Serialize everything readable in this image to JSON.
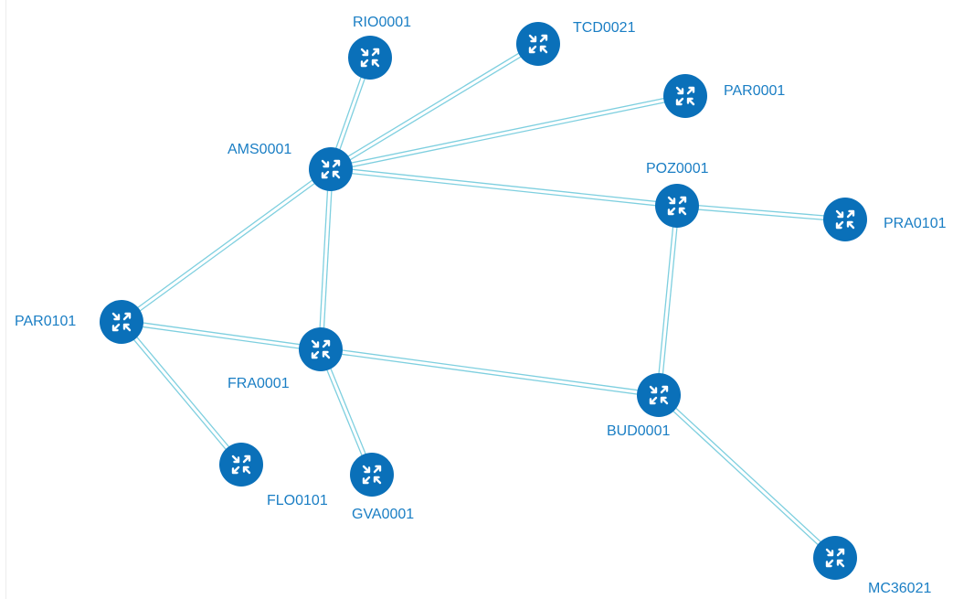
{
  "topology": {
    "accent_color": "#0a70b9",
    "link_color": "#7ecfdf",
    "label_color": "#1a7ec4",
    "node_icon": "router-icon",
    "nodes": [
      {
        "id": "RIO0001",
        "label": "RIO0001"
      },
      {
        "id": "TCD0021",
        "label": "TCD0021"
      },
      {
        "id": "PAR0001",
        "label": "PAR0001"
      },
      {
        "id": "AMS0001",
        "label": "AMS0001"
      },
      {
        "id": "POZ0001",
        "label": "POZ0001"
      },
      {
        "id": "PRA0101",
        "label": "PRA0101"
      },
      {
        "id": "PAR0101",
        "label": "PAR0101"
      },
      {
        "id": "FRA0001",
        "label": "FRA0001"
      },
      {
        "id": "BUD0001",
        "label": "BUD0001"
      },
      {
        "id": "FLO0101",
        "label": "FLO0101"
      },
      {
        "id": "GVA0001",
        "label": "GVA0001"
      },
      {
        "id": "MC36021",
        "label": "MC36021"
      }
    ],
    "links": [
      {
        "source": "AMS0001",
        "target": "RIO0001"
      },
      {
        "source": "AMS0001",
        "target": "TCD0021"
      },
      {
        "source": "AMS0001",
        "target": "PAR0001"
      },
      {
        "source": "AMS0001",
        "target": "POZ0001"
      },
      {
        "source": "AMS0001",
        "target": "PAR0101"
      },
      {
        "source": "AMS0001",
        "target": "FRA0001"
      },
      {
        "source": "POZ0001",
        "target": "PRA0101"
      },
      {
        "source": "POZ0001",
        "target": "BUD0001"
      },
      {
        "source": "PAR0101",
        "target": "FRA0001"
      },
      {
        "source": "PAR0101",
        "target": "FLO0101"
      },
      {
        "source": "FRA0001",
        "target": "BUD0001"
      },
      {
        "source": "FRA0001",
        "target": "GVA0001"
      },
      {
        "source": "BUD0001",
        "target": "MC36021"
      }
    ]
  }
}
